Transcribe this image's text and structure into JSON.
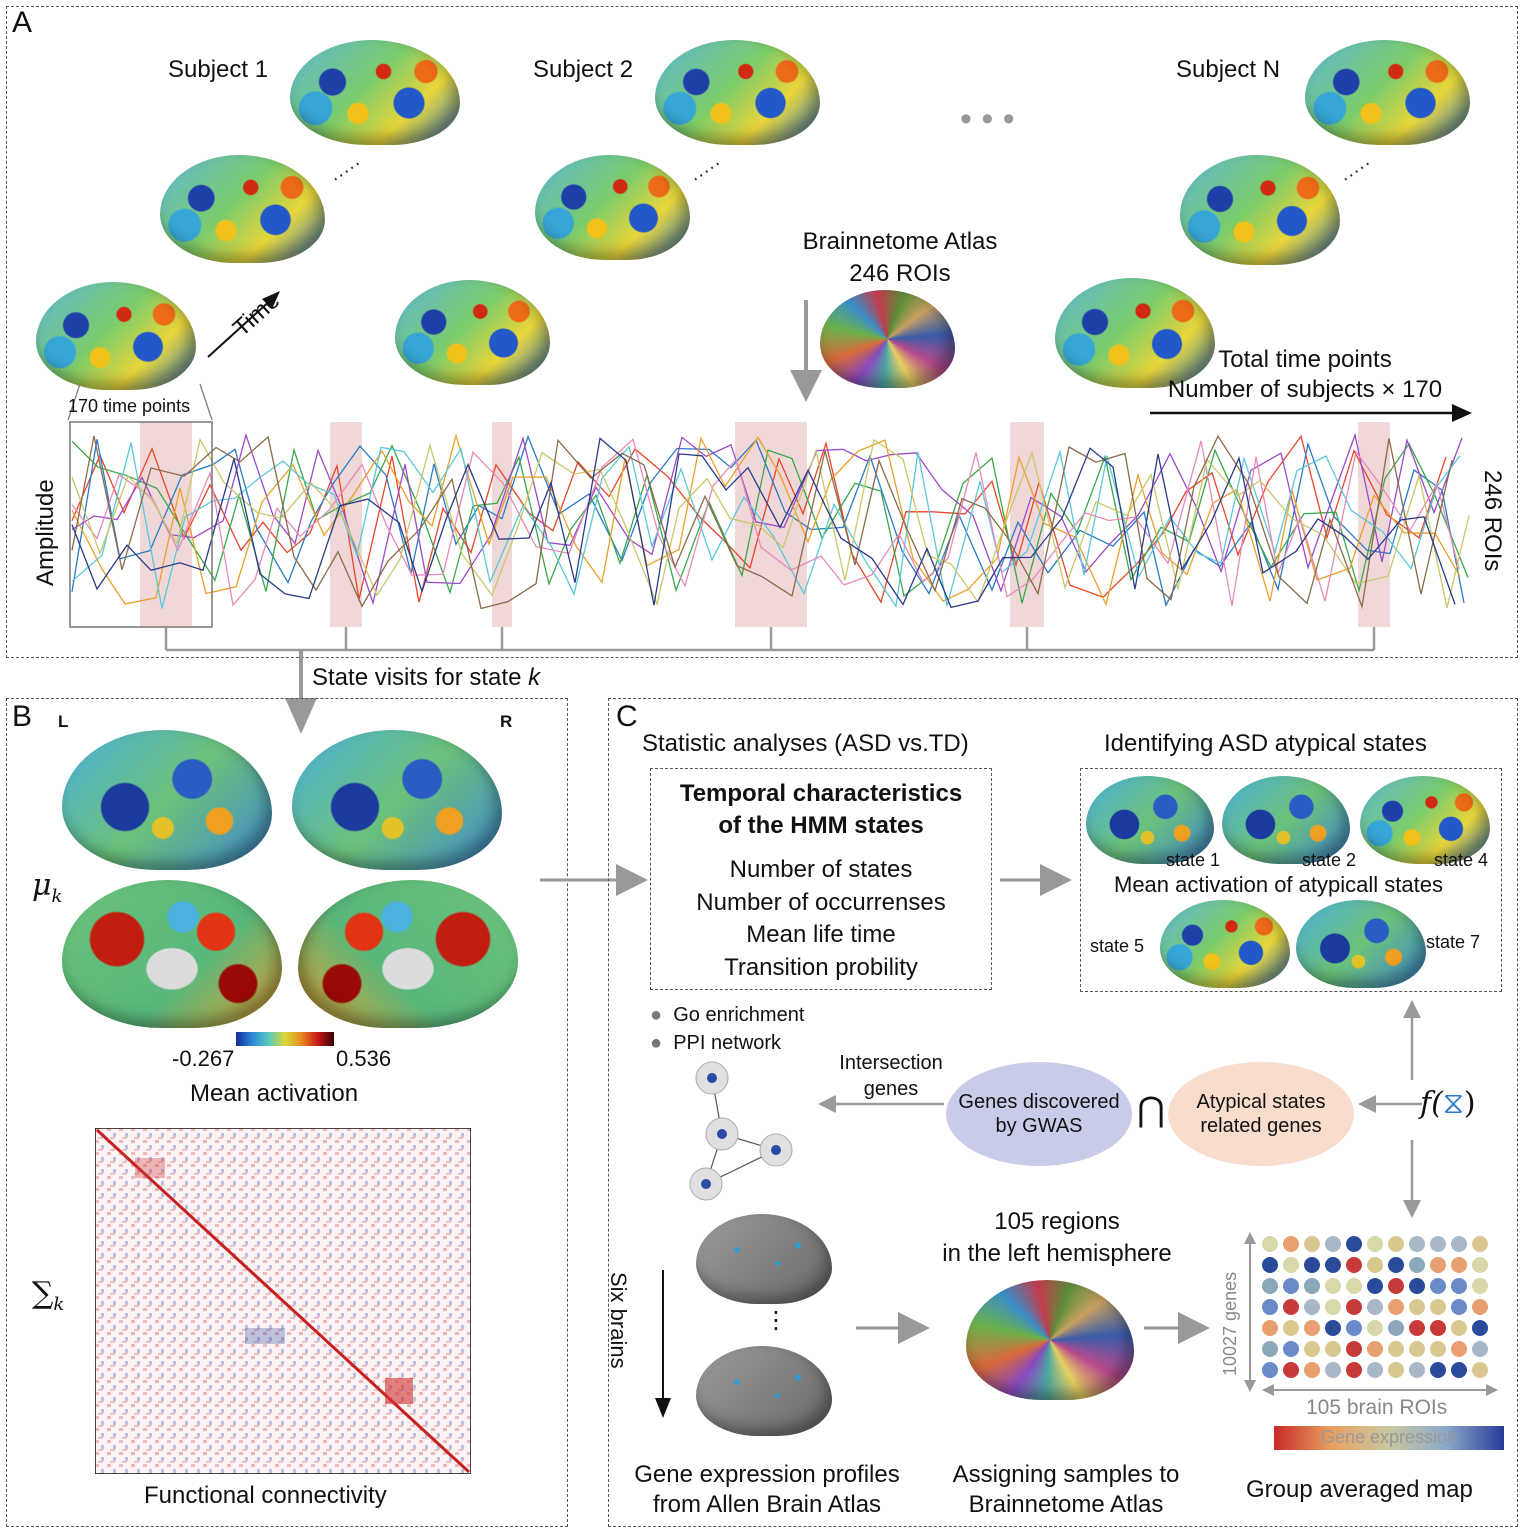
{
  "panel_a": {
    "letter": "A",
    "subject1": "Subject 1",
    "subject2": "Subject 2",
    "subjectN": "Subject N",
    "ellipsis": "• • •",
    "time": "Time",
    "atlas_line1": "Brainnetome Atlas",
    "atlas_line2": "246 ROIs",
    "time_points_box": "170 time points",
    "total_line1": "Total time points",
    "total_line2": "Number of subjects × 170",
    "amplitude": "Amplitude",
    "rois": "246 ROIs",
    "state_visits": "State visits for state ",
    "state_k": "k"
  },
  "panel_b": {
    "letter": "B",
    "left": "L",
    "right": "R",
    "mu": "μ",
    "mu_sub": "k",
    "sigma": "∑",
    "sigma_sub": "k",
    "cbar_min": "-0.267",
    "cbar_max": "0.536",
    "mean_activation": "Mean activation",
    "functional_connectivity": "Functional connectivity"
  },
  "panel_c": {
    "letter": "C",
    "statistic_title": "Statistic analyses (ASD vs.TD)",
    "temporal_line1": "Temporal characteristics",
    "temporal_line2": "of the HMM states",
    "items": [
      "Number of states",
      "Number of occurrenses",
      "Mean life time",
      "Transition probility"
    ],
    "identifying_title": "Identifying ASD atypical states",
    "state1": "state 1",
    "state2": "state 2",
    "state4": "state 4",
    "state5": "state 5",
    "state7": "state 7",
    "mean_atypical": "Mean activation of  atypicall states",
    "go_enrichment": "Go enrichment",
    "ppi_network": "PPI network",
    "intersection_line1": "Intersection",
    "intersection_line2": "genes",
    "gwas_line1": "Genes discovered",
    "gwas_line2": "by GWAS",
    "cap": "⋂",
    "atypical_line1": "Atypical states",
    "atypical_line2": "related genes",
    "f_label": "f(",
    "f_close": ")",
    "regions_line1": "105 regions",
    "regions_line2": "in the left hemisphere",
    "six_brains": "Six brains",
    "vdots": "⋮",
    "genes_axis": "10027 genes",
    "rois_axis": "105 brain ROIs",
    "gene_expression": "Gene expression",
    "profiles_line1": "Gene expression profiles",
    "profiles_line2": "from Allen Brain Atlas",
    "assign_line1": "Assigning samples to",
    "assign_line2": "Brainnetome Atlas",
    "group_map": "Group averaged map"
  },
  "colors": {
    "highlight": "#f0d8d8",
    "arrow_gray": "#9a9a9a",
    "gwas_fill": "#c8cce8",
    "atypical_fill": "#f8dccc"
  }
}
